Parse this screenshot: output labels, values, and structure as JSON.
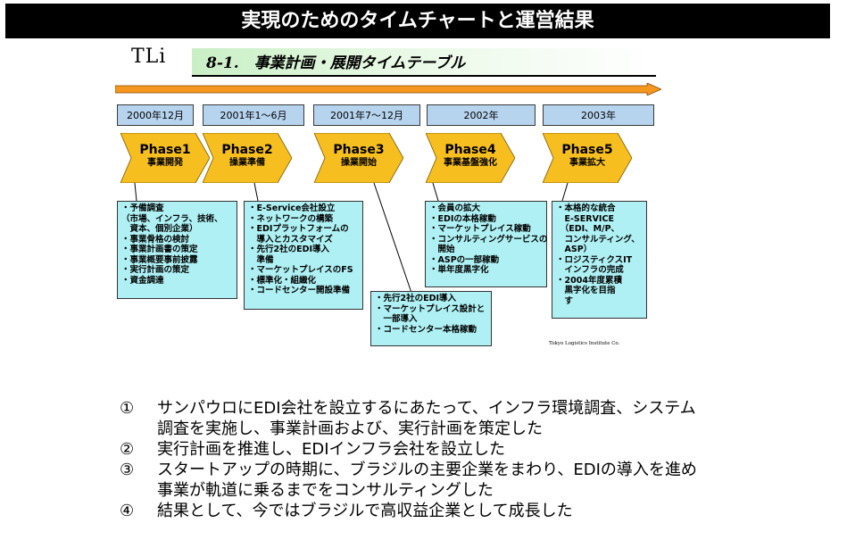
{
  "slide": {
    "title": "実現のためのタイムチャートと運営結果"
  },
  "figure": {
    "logo": "TLi",
    "heading": "8-1.　事業計画・展開タイムテーブル",
    "credit": "Tokyo Logistics Institute Co.",
    "colors": {
      "arrow": "#f5961e",
      "phase": "#f6be1e",
      "period": "#b7d4ef",
      "note": "#aef0f3"
    },
    "periods": [
      "2000年12月",
      "2001年1～6月",
      "2001年7～12月",
      "2002年",
      "2003年"
    ],
    "phases": [
      {
        "name": "Phase1",
        "sub": "事業開発"
      },
      {
        "name": "Phase2",
        "sub": "操業準備"
      },
      {
        "name": "Phase3",
        "sub": "操業開始"
      },
      {
        "name": "Phase4",
        "sub": "事業基盤強化"
      },
      {
        "name": "Phase5",
        "sub": "事業拡大"
      }
    ],
    "notes": [
      {
        "lines": [
          "・予備調査",
          "（市場、インフラ、技術、",
          "　資本、個別企業）",
          "・事業骨格の検討",
          "・事業計画書の策定",
          "・事業概要事前披露",
          "・実行計画の策定",
          "・資金調達"
        ]
      },
      {
        "lines": [
          "・E-Service会社設立",
          "・ネットワークの構築",
          "・EDIプラットフォームの",
          "　導入とカスタマイズ",
          "・先行2社のEDI導入",
          "　準備",
          "・マーケットプレイスのFS",
          "・標準化・組織化",
          "・コードセンター開設準備"
        ]
      },
      {
        "lines": [
          "・先行2社のEDI導入",
          "・マーケットプレイス設計と",
          "　一部導入",
          "・コードセンター本格稼動"
        ]
      },
      {
        "lines": [
          "・会員の拡大",
          "・EDIの本格稼動",
          "・マーケットプレイス稼動",
          "・コンサルティングサービスの",
          "　開始",
          "・ASPの一部稼動",
          "・単年度黒字化"
        ]
      },
      {
        "lines": [
          "・本格的な統合",
          "　E-SERVICE",
          "　（EDI、M/P、",
          "　コンサルティング、",
          "　ASP）",
          "・ロジスティクスIT",
          "　インフラの完成",
          "・2004年度累積",
          "　黒字化を目指",
          "　す"
        ]
      }
    ]
  },
  "points": [
    {
      "num": "①",
      "text": "サンパウロにEDI会社を設立するにあたって、インフラ環境調査、システム\n調査を実施し、事業計画および、実行計画を策定した"
    },
    {
      "num": "②",
      "text": "実行計画を推進し、EDIインフラ会社を設立した"
    },
    {
      "num": "③",
      "text": "スタートアップの時期に、ブラジルの主要企業をまわり、EDIの導入を進め\n事業が軌道に乗るまでをコンサルティングした"
    },
    {
      "num": "④",
      "text": "結果として、今ではブラジルで高収益企業として成長した"
    }
  ]
}
